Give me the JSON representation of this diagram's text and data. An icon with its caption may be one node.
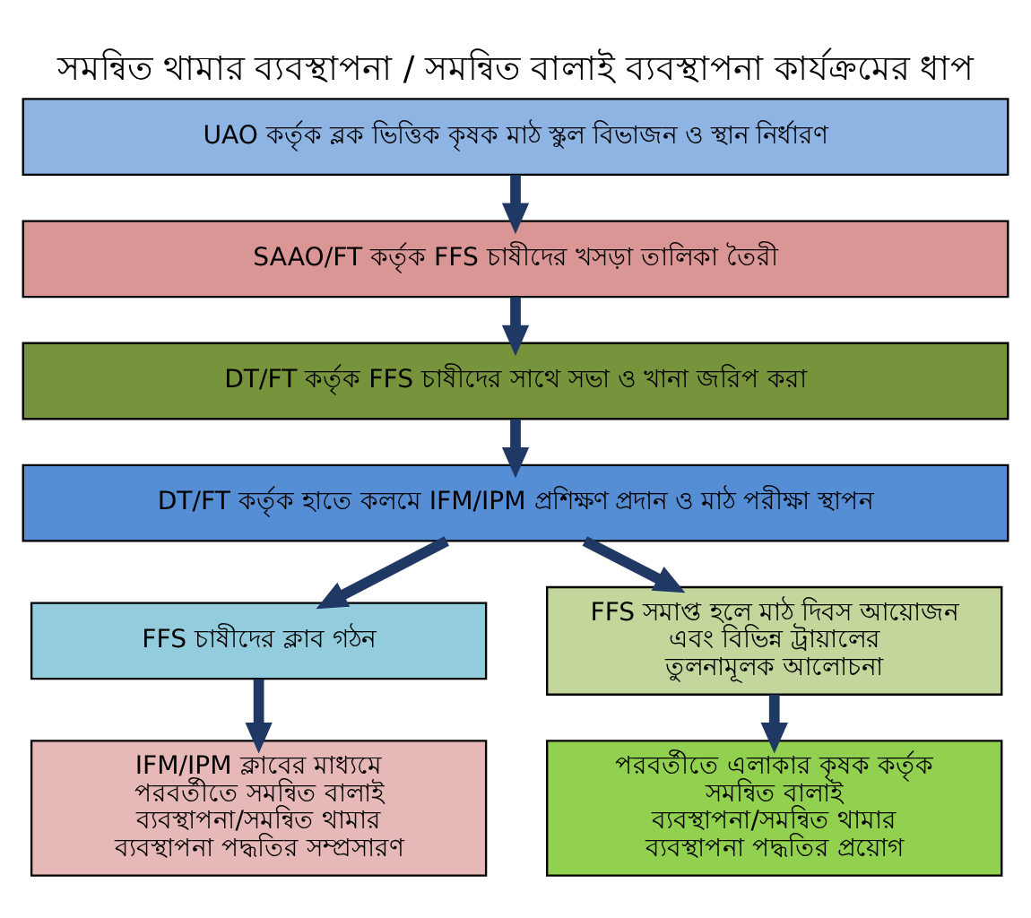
{
  "diagram": {
    "title": "সমন্বিত থামার ব্যবস্থাপনা / সমন্বিত বালাই ব্যবস্থাপনা কার্যক্রমের ধাপ",
    "nodes": [
      {
        "text": [
          "UAO কর্তৃক ব্লক ভিত্তিক কৃষক মাঠ স্কুল বিভাজন ও স্থান নির্ধারণ"
        ]
      },
      {
        "text": [
          "SAAO/FT কর্তৃক FFS চাষীদের খসড়া তালিকা তৈরী"
        ]
      },
      {
        "text": [
          "DT/FT কর্তৃক FFS চাষীদের সাথে সভা ও খানা জরিপ করা"
        ]
      },
      {
        "text": [
          "DT/FT কর্তৃক হাতে কলমে IFM/IPM প্রশিক্ষণ প্রদান ও মাঠ পরীক্ষা স্থাপন"
        ]
      },
      {
        "text": [
          "FFS চাষীদের ক্লাব গঠন"
        ]
      },
      {
        "text": [
          "FFS সমাপ্ত হলে মাঠ দিবস আয়োজন এবং বিভিন্ন ট্রায়ালের তুলনামূলক আলোচনা"
        ]
      },
      {
        "text": [
          "IFM/IPM ক্লাবের মাধ্যমে পরবর্তীতে সমন্বিত বালাই ব্যবস্থাপনা/সমন্বিত থামার ব্যবস্থাপনা পদ্ধতির সম্প্রসারণ"
        ]
      },
      {
        "text": [
          "পরবর্তীতে এলাকার কৃষক কর্তৃক সমন্বিত বালাই ব্যবস্থাপনা/সমন্বিত থামার ব্যবস্থাপনা পদ্ধতির প্রয়োগ"
        ]
      }
    ],
    "edges": [
      {
        "from": 0,
        "to": 1,
        "arrow": "to"
      },
      {
        "from": 1,
        "to": 2,
        "arrow": "to"
      },
      {
        "from": 2,
        "to": 3,
        "arrow": "to"
      },
      {
        "from": 3,
        "to": 4,
        "arrow": "to"
      },
      {
        "from": 3,
        "to": 5,
        "arrow": "to"
      },
      {
        "from": 4,
        "to": 6,
        "arrow": "to"
      },
      {
        "from": 5,
        "to": 7,
        "arrow": "to"
      }
    ]
  }
}
